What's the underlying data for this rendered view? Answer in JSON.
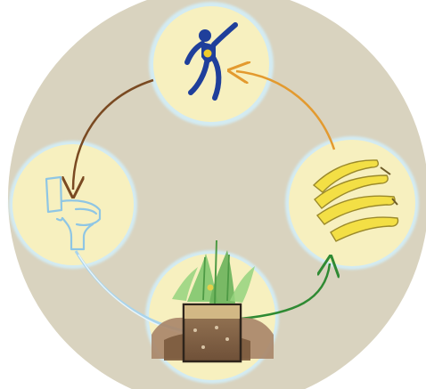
{
  "cycle": {
    "nodes": [
      {
        "id": "person",
        "icon": "dancing-person-icon"
      },
      {
        "id": "toilet",
        "icon": "toilet-icon"
      },
      {
        "id": "soil",
        "icon": "soil-plant-bed-icon"
      },
      {
        "id": "bananas",
        "icon": "banana-bunch-icon"
      }
    ],
    "arrows": [
      {
        "from": "person",
        "to": "toilet",
        "color": "#7a4a22"
      },
      {
        "from": "toilet",
        "to": "soil",
        "color": "#a9d4ec"
      },
      {
        "from": "soil",
        "to": "bananas",
        "color": "#2f8a33"
      },
      {
        "from": "bananas",
        "to": "person",
        "color": "#e39a2f"
      }
    ]
  },
  "colors": {
    "background_disc": "#d9d3bf",
    "node_fill": "#f7f0bf",
    "node_halo": "#d3ebf2",
    "person": "#1f3f9b",
    "person_accent": "#f0cc2a",
    "toilet": "#8fc6e4",
    "banana": "#f3df45",
    "banana_outline": "#9b8a2b",
    "soil": "#8b6a4b",
    "plant": "#7fc66e"
  }
}
